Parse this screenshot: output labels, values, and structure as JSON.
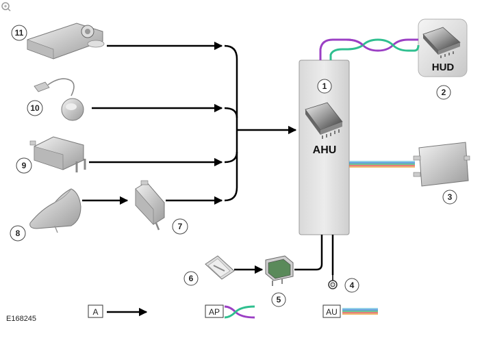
{
  "diagram": {
    "figure_id": "E168245",
    "ahu_label": "AHU",
    "hud_label": "HUD",
    "callouts": [
      "1",
      "2",
      "3",
      "4",
      "5",
      "6",
      "7",
      "8",
      "9",
      "10",
      "11"
    ],
    "legend": {
      "a": "A",
      "ap": "AP",
      "au": "AU"
    }
  },
  "colors": {
    "arrow": "#000000",
    "ap_purple": "#9b3fc4",
    "ap_green": "#2fbf8f",
    "au_lines": [
      "#e8a040",
      "#e05050",
      "#40b070",
      "#3080d0",
      "#70c0e0"
    ]
  },
  "icons": [
    "zoom-icon"
  ]
}
